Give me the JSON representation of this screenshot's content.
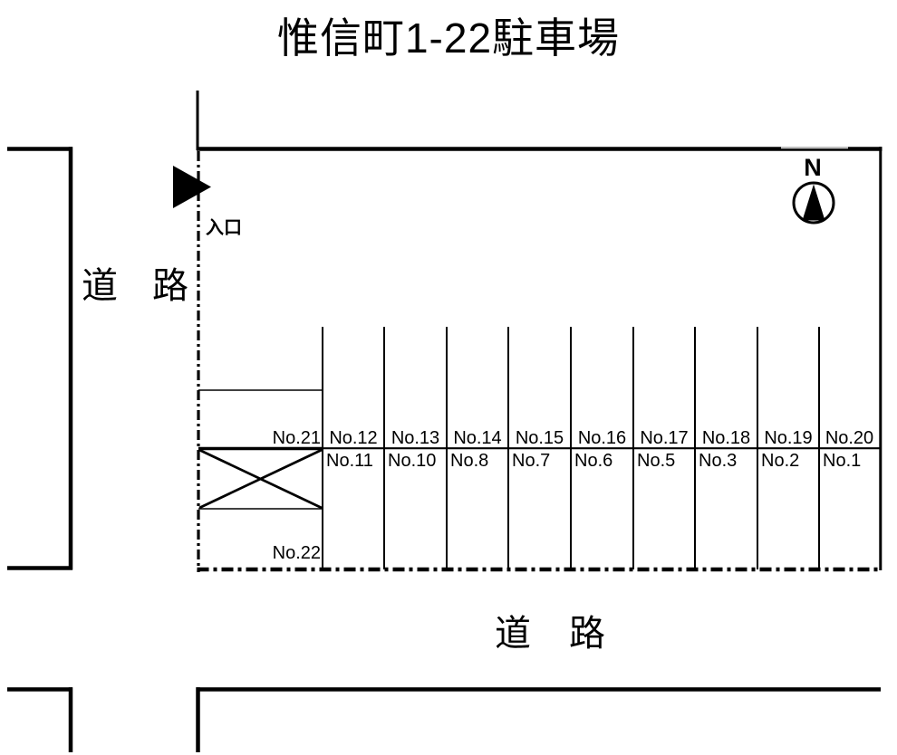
{
  "diagram": {
    "title": "惟信町1-22駐車場",
    "road_left_label": "道路",
    "road_bottom_label": "道路",
    "entrance_label": "入口",
    "compass_label": "N"
  },
  "spaces": {
    "top_row": [
      "No.21",
      "No.12",
      "No.13",
      "No.14",
      "No.15",
      "No.16",
      "No.17",
      "No.18",
      "No.19",
      "No.20"
    ],
    "bottom_row": [
      "No.11",
      "No.10",
      "No.8",
      "No.7",
      "No.6",
      "No.5",
      "No.3",
      "No.2",
      "No.1"
    ],
    "back_space": "No.22"
  },
  "colors": {
    "line": "#000000",
    "background": "#ffffff"
  }
}
